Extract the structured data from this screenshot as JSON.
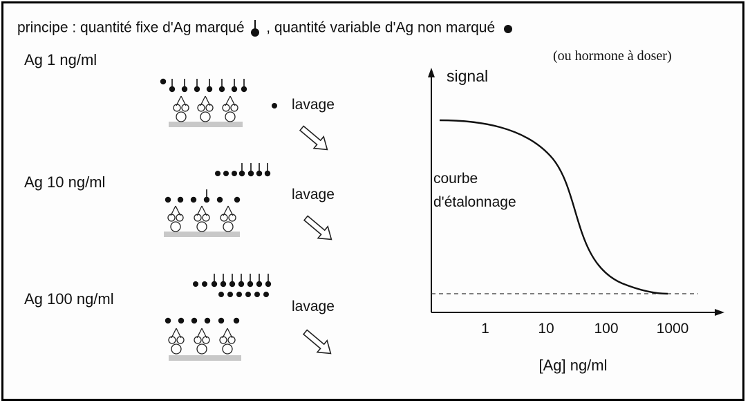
{
  "principle": {
    "text_a": "principe : quantité fixe d'Ag marqué",
    "text_b": ", quantité variable d'Ag non marqué"
  },
  "note": "(ou hormone à doser)",
  "rows": [
    {
      "label": "Ag   1 ng/ml",
      "wash": "lavage"
    },
    {
      "label": "Ag  10 ng/ml",
      "wash": "lavage"
    },
    {
      "label": "Ag  100 ng/ml",
      "wash": "lavage"
    }
  ],
  "chart": {
    "y_label": "signal",
    "curve_label_line1": "courbe",
    "curve_label_line2": "d'étalonnage",
    "x_ticks": [
      "1",
      "10",
      "100",
      "1000"
    ],
    "x_label": "[Ag] ng/ml"
  },
  "colors": {
    "ink": "#111111",
    "support": "#c8c8c8"
  }
}
